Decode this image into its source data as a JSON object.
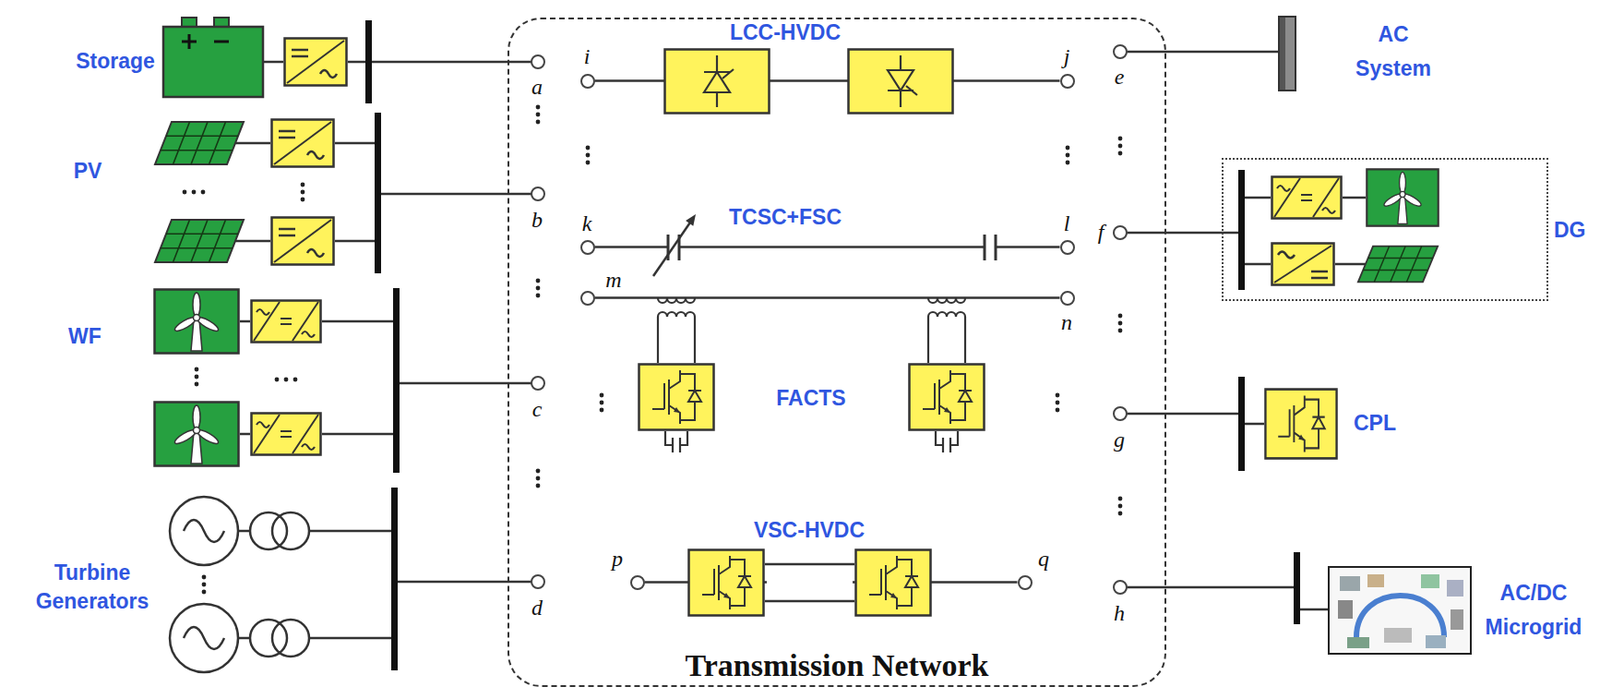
{
  "diagram": {
    "nodes": [
      {
        "text": [
          "Transmission Network"
        ]
      },
      {
        "text": [
          "a"
        ],
        "in": 0
      },
      {
        "text": [
          "b"
        ],
        "in": 0
      },
      {
        "text": [
          "c"
        ],
        "in": 0
      },
      {
        "text": [
          "d"
        ],
        "in": 0
      },
      {
        "text": [
          "e"
        ],
        "in": 0
      },
      {
        "text": [
          "f"
        ],
        "in": 0
      },
      {
        "text": [
          "g"
        ],
        "in": 0
      },
      {
        "text": [
          "h"
        ],
        "in": 0
      },
      {
        "text": [
          "i"
        ],
        "in": 0
      },
      {
        "text": [
          "j"
        ],
        "in": 0
      },
      {
        "text": [
          "k"
        ],
        "in": 0
      },
      {
        "text": [
          "l"
        ],
        "in": 0
      },
      {
        "text": [
          "m"
        ],
        "in": 0
      },
      {
        "text": [
          "n"
        ],
        "in": 0
      },
      {
        "text": [
          "p"
        ],
        "in": 0
      },
      {
        "text": [
          "q"
        ],
        "in": 0
      },
      {
        "text": [
          "DG"
        ]
      }
    ],
    "edges": [
      {
        "from": 9,
        "to": 10,
        "arrow": "none"
      },
      {
        "from": 11,
        "to": 12,
        "arrow": "none"
      },
      {
        "from": 13,
        "to": 14,
        "arrow": "none"
      },
      {
        "from": 15,
        "to": 16,
        "arrow": "none"
      }
    ],
    "labels": [
      "Storage",
      "PV",
      "WF",
      "Turbine Generators",
      "LCC-HVDC",
      "TCSC+FSC",
      "FACTS",
      "VSC-HVDC",
      "AC System",
      "CPL",
      "AC/DC Microgrid"
    ]
  }
}
